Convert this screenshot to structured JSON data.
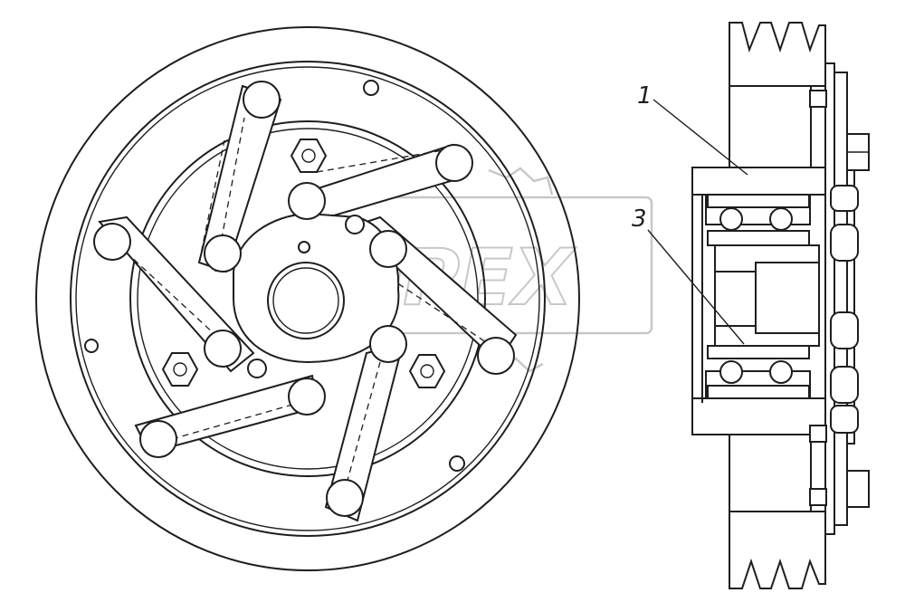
{
  "callouts": {
    "label_1": "1",
    "label_3": "3"
  },
  "watermark": {
    "text": "OPEX"
  },
  "colors": {
    "line": "#1e1e1e",
    "watermark": "#c8c8c8",
    "background": "#ffffff"
  }
}
